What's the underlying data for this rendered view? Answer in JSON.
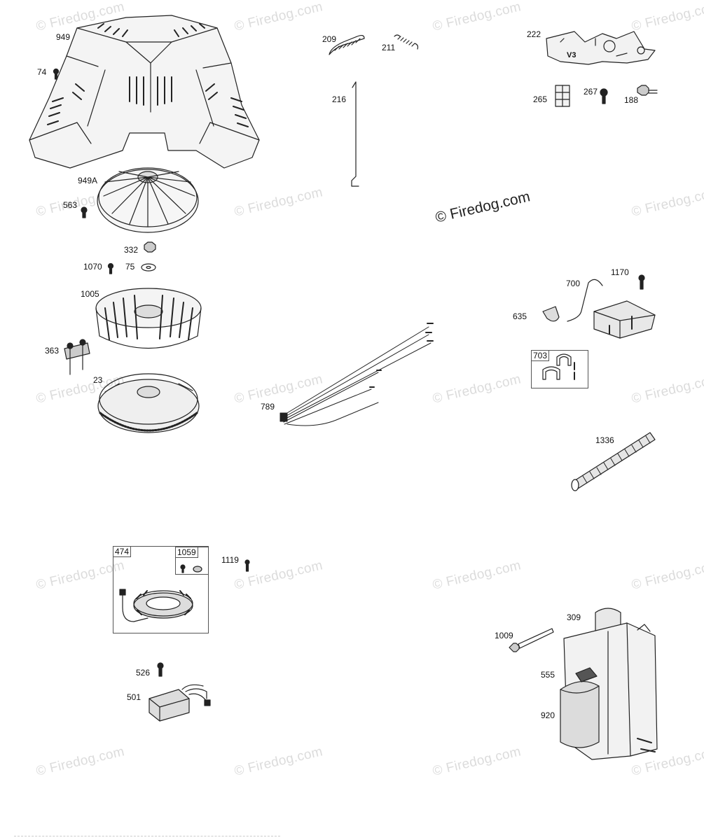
{
  "watermark": "© Firedog.com",
  "main_watermark": "© Firedog.com",
  "parts": {
    "p949": "949",
    "p74": "74",
    "p949A": "949A",
    "p563": "563",
    "p332": "332",
    "p1070": "1070",
    "p75": "75",
    "p1005": "1005",
    "p363": "363",
    "p23": "23",
    "p209": "209",
    "p211": "211",
    "p216": "216",
    "p222": "222",
    "p265": "265",
    "p267": "267",
    "p188": "188",
    "p1170": "1170",
    "p700": "700",
    "p635": "635",
    "p703": "703",
    "p789": "789",
    "p1336": "1336",
    "p474": "474",
    "p1059": "1059",
    "p1119": "1119",
    "p526": "526",
    "p501": "501",
    "p309": "309",
    "p1009": "1009",
    "p555": "555",
    "p920": "920",
    "v3_mark": "V3"
  }
}
